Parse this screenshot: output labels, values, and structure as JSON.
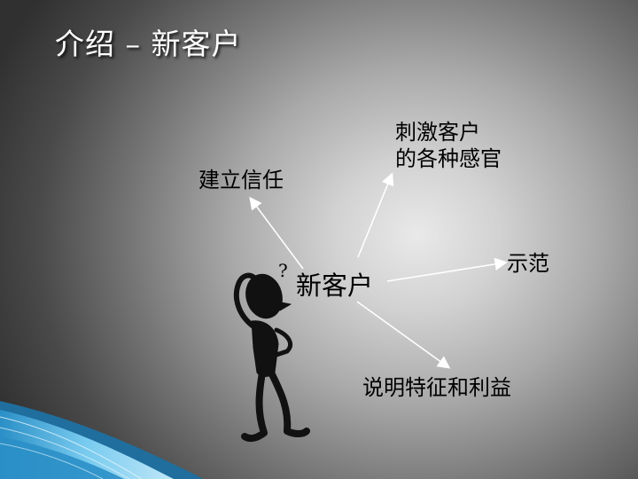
{
  "slide": {
    "title": "介绍 – 新客户",
    "center_label": "新客户",
    "figure_mark": "?",
    "nodes": {
      "trust": "建立信任",
      "senses": "刺激客户\n的各种感官",
      "demo": "示范",
      "benefits": "说明特征和利益"
    }
  },
  "icons": {
    "figure": "thinking-person-icon"
  },
  "colors": {
    "background_center": "#e9e9e9",
    "background_edge": "#303030",
    "title_text": "#ffffff",
    "body_text": "#000000",
    "accent_blue": "#6fc3e8"
  }
}
